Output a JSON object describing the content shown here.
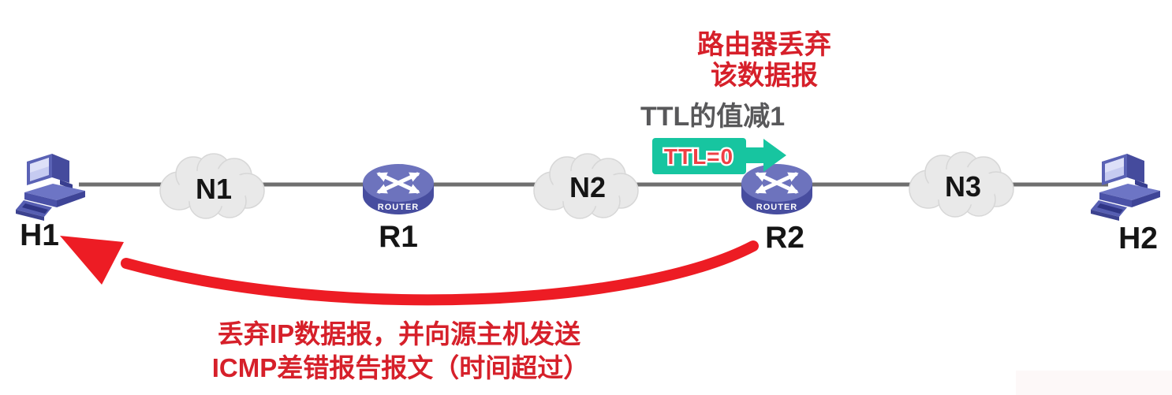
{
  "topology": {
    "hosts": [
      {
        "id": "h1",
        "label": "H1"
      },
      {
        "id": "h2",
        "label": "H2"
      }
    ],
    "routers": [
      {
        "id": "r1",
        "label": "R1",
        "device_text": "ROUTER"
      },
      {
        "id": "r2",
        "label": "R2",
        "device_text": "ROUTER"
      }
    ],
    "networks": [
      {
        "id": "n1",
        "label": "N1"
      },
      {
        "id": "n2",
        "label": "N2"
      },
      {
        "id": "n3",
        "label": "N3"
      }
    ]
  },
  "annotations": {
    "router_discard_line1": "路由器丢弃",
    "router_discard_line2": "该数据报",
    "ttl_decrement": "TTL的值减1",
    "ttl_badge": "TTL=0",
    "icmp_line1": "丢弃IP数据报，并向源主机发送",
    "icmp_line2": "ICMP差错报告报文（时间超过）"
  },
  "colors": {
    "annotation_red": "#d6202a",
    "arrow_red": "#ed1c24",
    "ttl_badge_teal": "#17c5a0",
    "ttl_text_red": "#ef4045",
    "gray_text": "#58585a",
    "link_gray": "#6f6f6f",
    "cloud_gray": "#e9e9e9",
    "device_blue_top": "#6d73bd",
    "device_blue_body": "#474d9f",
    "label_black": "#151515"
  }
}
